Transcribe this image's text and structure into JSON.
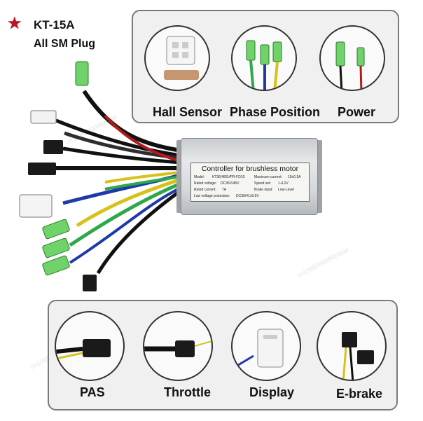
{
  "header": {
    "model": "KT-15A",
    "plug": "All SM Plug"
  },
  "top_panel": {
    "captions": [
      "Hall Sensor",
      "Phase Position",
      "Power"
    ]
  },
  "bottom_panel": {
    "captions": [
      "PAS",
      "Throttle",
      "Display",
      "E-brake"
    ]
  },
  "controller": {
    "title": "Controller for brushless motor",
    "specs": [
      {
        "label": "Model:",
        "value": "KT36/48SVPR-FD10"
      },
      {
        "label": "Maximum current:",
        "value": "15±0.5A"
      },
      {
        "label": "Rated voltage:",
        "value": "DC36V/48V"
      },
      {
        "label": "Speed set:",
        "value": "1-4.2V"
      },
      {
        "label": "Rated current:",
        "value": "7A"
      },
      {
        "label": "Brake input:",
        "value": "Low-Level"
      },
      {
        "label": "Low voltage protection:",
        "value": "DC36/41±0.5V"
      }
    ]
  },
  "watermark": "cn1085760099zfaae",
  "colors": {
    "star": "#c0141c",
    "panel_border": "#7a7a7a",
    "connector_green": "#6fd36a"
  }
}
